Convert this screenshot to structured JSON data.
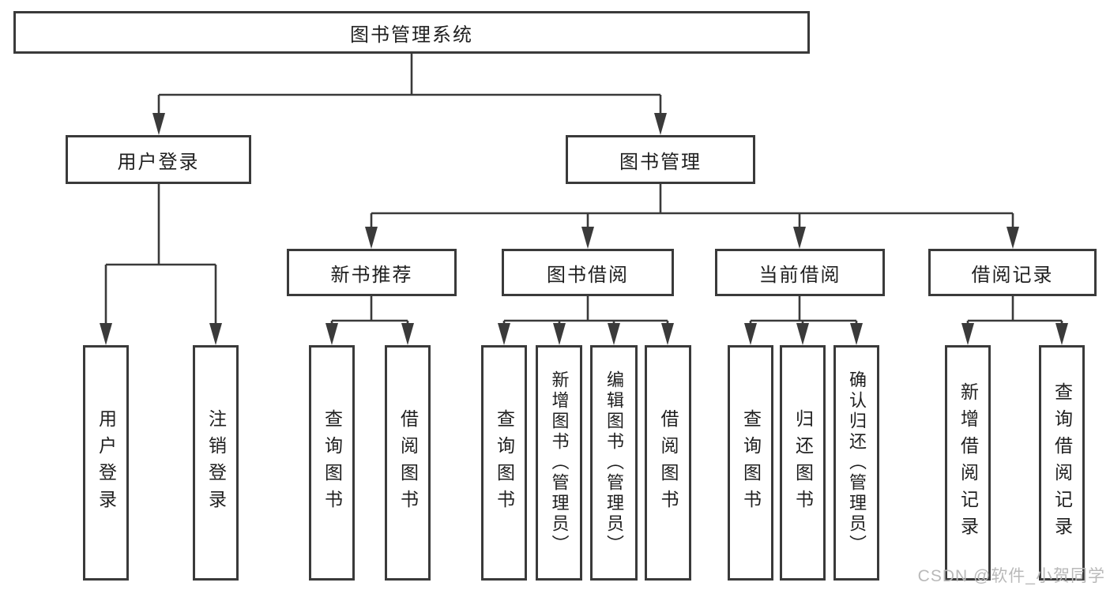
{
  "tree": {
    "root": {
      "label": "图书管理系统"
    },
    "branches": [
      {
        "label": "用户登录",
        "children": [
          {
            "label": "用户登录"
          },
          {
            "label": "注销登录"
          }
        ]
      },
      {
        "label": "图书管理",
        "children": [
          {
            "label": "新书推荐",
            "children": [
              {
                "label": "查询图书"
              },
              {
                "label": "借阅图书"
              }
            ]
          },
          {
            "label": "图书借阅",
            "children": [
              {
                "label": "查询图书"
              },
              {
                "label": "新增图书（管理员）"
              },
              {
                "label": "编辑图书（管理员）"
              },
              {
                "label": "借阅图书"
              }
            ]
          },
          {
            "label": "当前借阅",
            "children": [
              {
                "label": "查询图书"
              },
              {
                "label": "归还图书"
              },
              {
                "label": "确认归还（管理员）"
              }
            ]
          },
          {
            "label": "借阅记录",
            "children": [
              {
                "label": "新增借阅记录"
              },
              {
                "label": "查询借阅记录"
              }
            ]
          }
        ]
      }
    ]
  },
  "watermark": {
    "text": "CSDN @软件_小贺同学",
    "color": "#b9b9b9"
  },
  "colors": {
    "line": "#3a3a3a",
    "text": "#1f1f1f",
    "box_background": "#ffffff"
  }
}
